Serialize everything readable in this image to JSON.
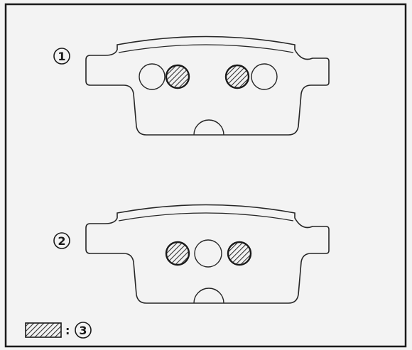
{
  "figure": {
    "variants": [
      {
        "callout": "1",
        "hole_pattern": [
          "plain",
          "hatched",
          "hatched",
          "plain"
        ]
      },
      {
        "callout": "2",
        "hole_pattern": [
          "hatched",
          "plain",
          "hatched"
        ]
      }
    ],
    "legend": {
      "separator": ":",
      "callout": "3",
      "meaning": "hatched-circle"
    },
    "colors": {
      "line": "#262626",
      "paper": "#f3f3f3",
      "hatch": "#333333"
    }
  }
}
